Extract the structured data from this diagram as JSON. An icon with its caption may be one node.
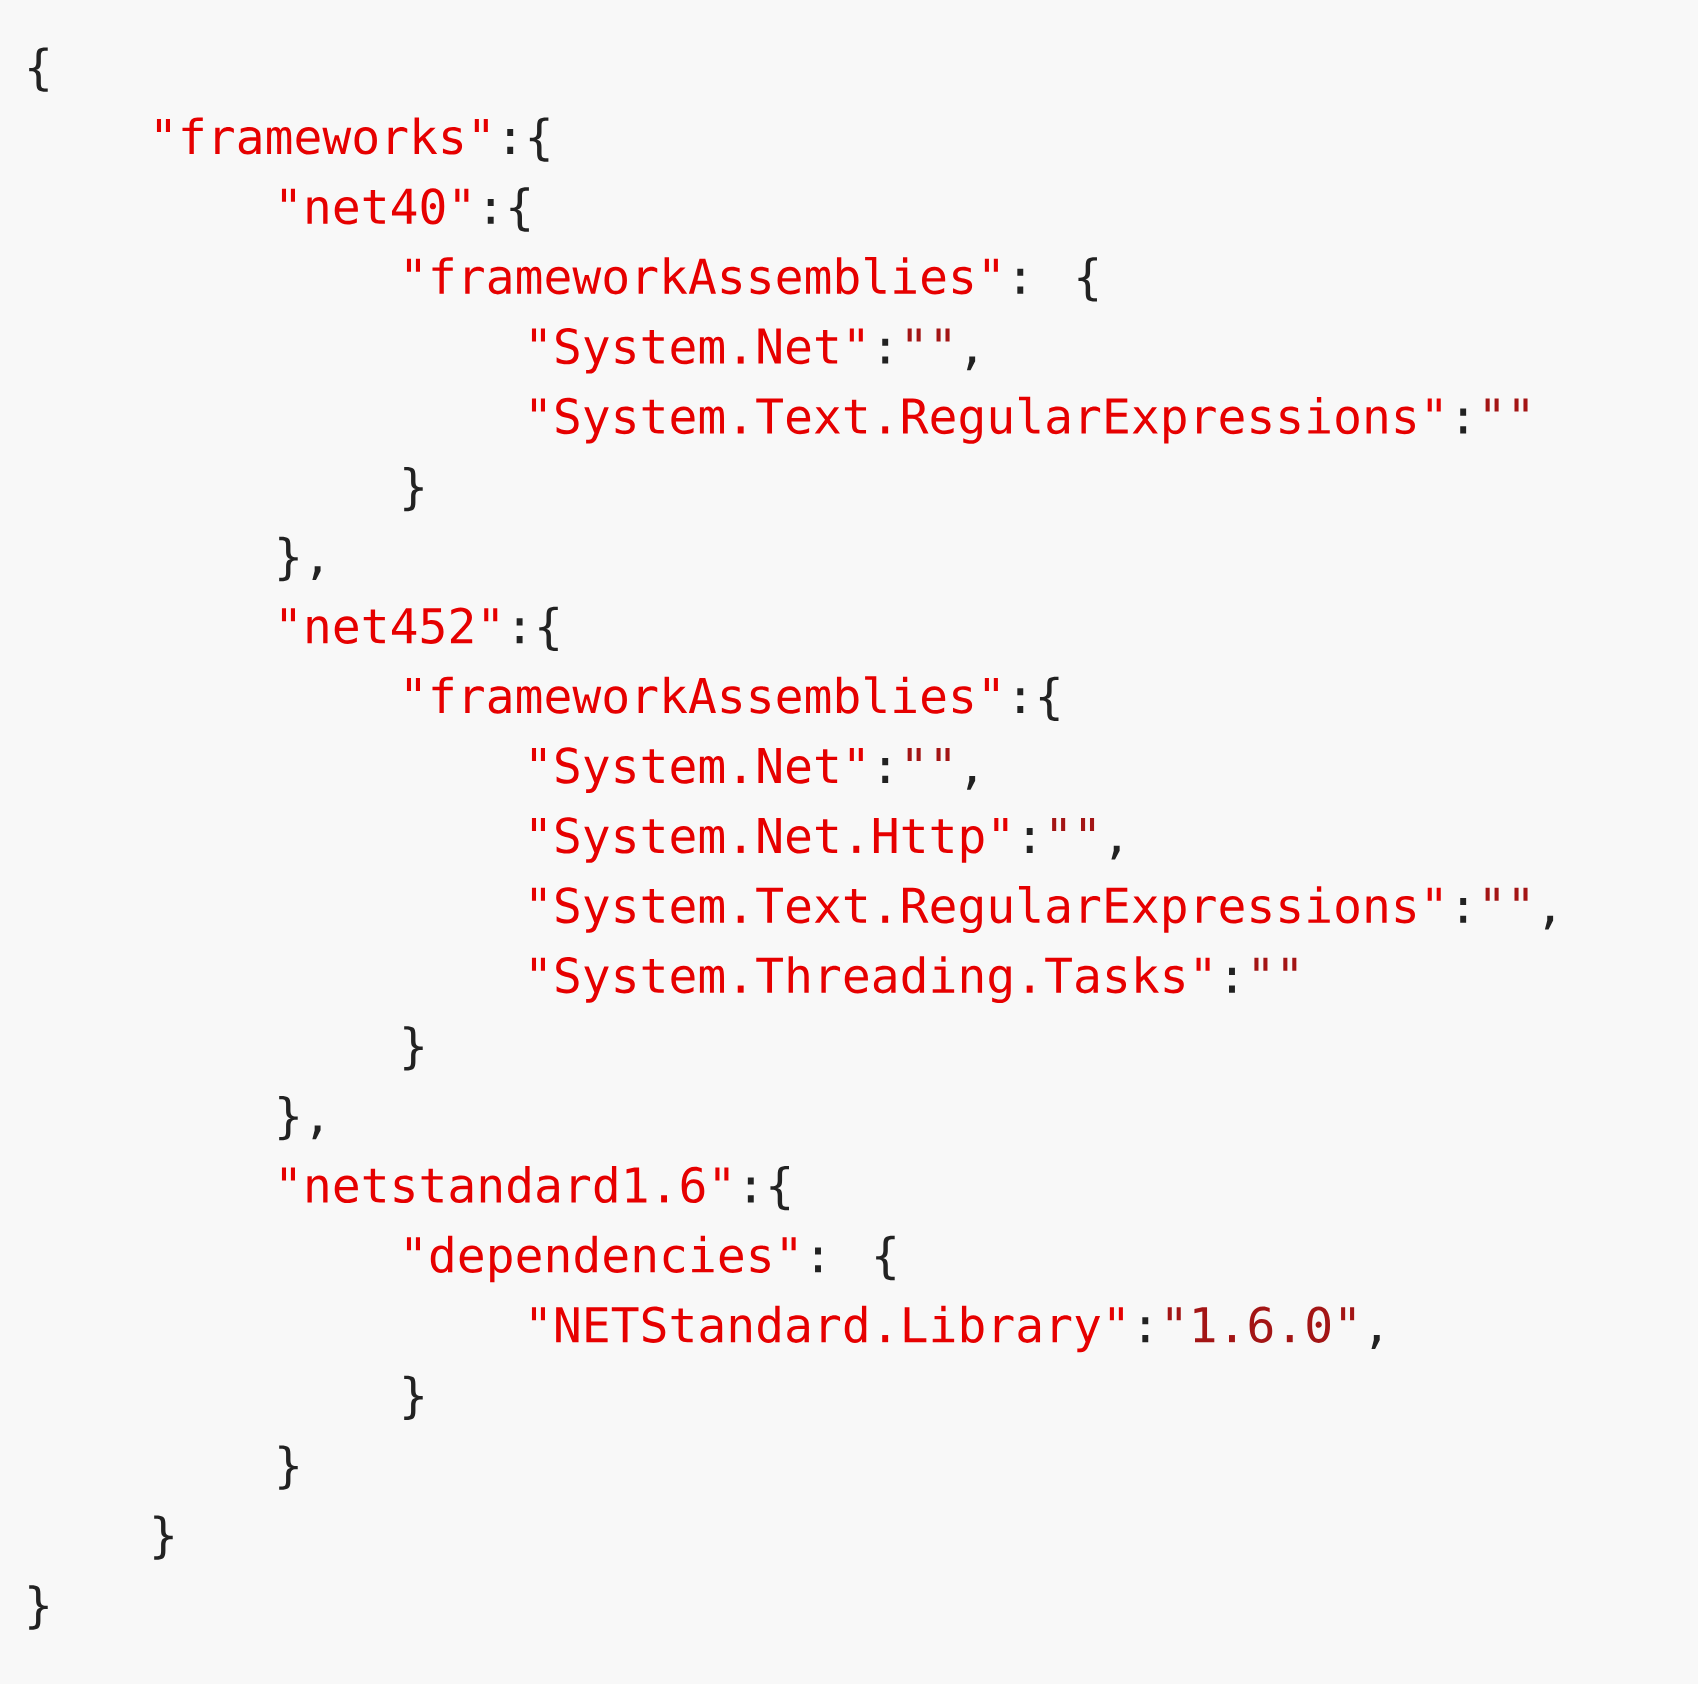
{
  "diagram": {
    "labels": [
      "{",
      "\"frameworks\"",
      ":{",
      "\"net40\"",
      ":{",
      "\"frameworkAssemblies\"",
      ": {",
      "\"System.Net\"",
      ":",
      "\"\"",
      ",",
      "\"System.Text.RegularExpressions\"",
      ":",
      "\"\"",
      "}",
      "},",
      "\"net452\"",
      ":{",
      "\"frameworkAssemblies\"",
      ":{",
      "\"System.Net\"",
      ":",
      "\"\"",
      ",",
      "\"System.Net.Http\"",
      ":",
      "\"\"",
      ",",
      "\"System.Text.RegularExpressions\"",
      ":",
      "\"\"",
      ",",
      "\"System.Threading.Tasks\"",
      ":",
      "\"\"",
      "}",
      "},",
      "\"netstandard1.6\"",
      ":{",
      "\"dependencies\"",
      ": {",
      "\"NETStandard.Library\"",
      ":",
      "\"1.6.0\"",
      ",",
      "}",
      "}",
      "}",
      "}"
    ]
  }
}
